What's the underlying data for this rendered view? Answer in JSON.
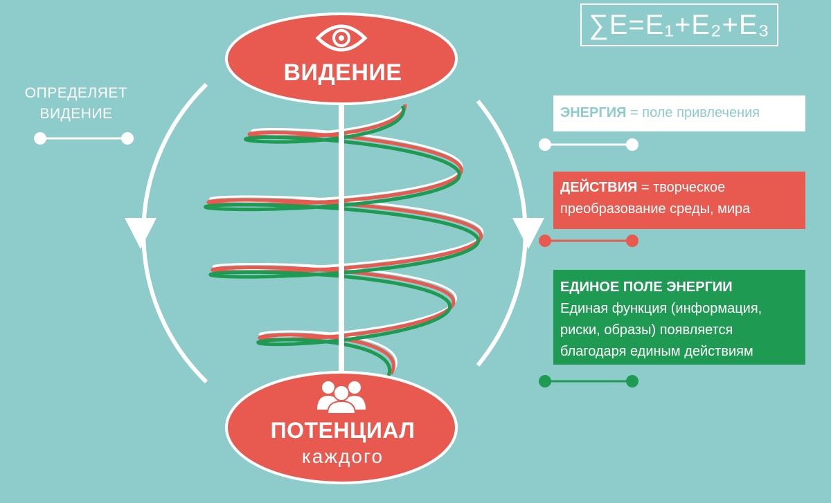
{
  "formula": "∑E=E₁+E₂+E₃",
  "left_label": {
    "line1": "ОПРЕДЕЛЯЕТ",
    "line2": "ВИДЕНИЕ"
  },
  "top_node": {
    "title": "ВИДЕНИЕ",
    "icon": "eye-icon"
  },
  "bottom_node": {
    "title": "ПОТЕНЦИАЛ",
    "subtitle": "каждого",
    "icon": "people-icon"
  },
  "boxes": {
    "energy": {
      "title": "ЭНЕРГИЯ",
      "text": " = поле привлечения"
    },
    "action": {
      "title": "ДЕЙСТВИЯ",
      "text": " = творческое преобразование среды, мира"
    },
    "field": {
      "title": "ЕДИНОЕ ПОЛЕ ЭНЕРГИИ",
      "text": "Единая функция (информация, риски, образы) появляется благодаря единым действиям"
    }
  },
  "colors": {
    "background": "#8dcccb",
    "red": "#e85a4f",
    "green": "#1f9a52",
    "white": "#ffffff"
  }
}
